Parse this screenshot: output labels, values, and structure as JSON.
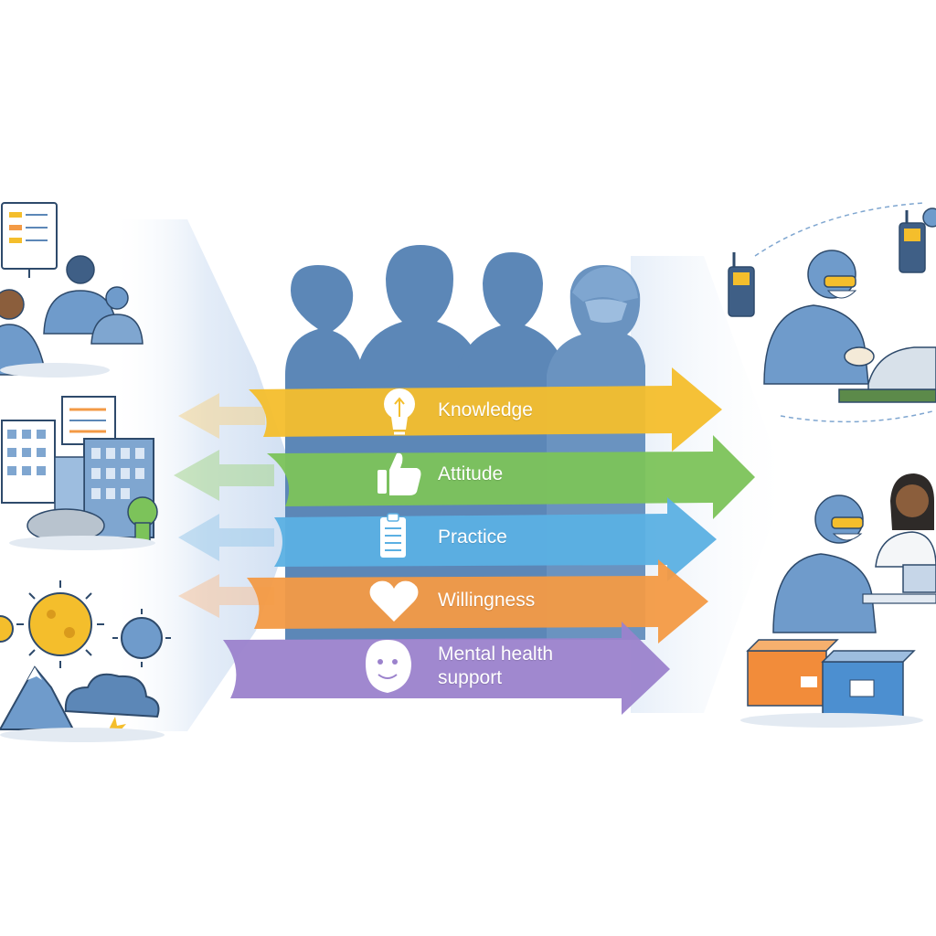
{
  "factors": [
    {
      "label": "Knowledge",
      "icon": "lightbulb-icon",
      "color": "#F4BE2C"
    },
    {
      "label": "Attitude",
      "icon": "thumbs-up-icon",
      "color": "#7CC35A"
    },
    {
      "label": "Practice",
      "icon": "clipboard-icon",
      "color": "#5BB0E3"
    },
    {
      "label": "Willingness",
      "icon": "heart-icon",
      "color": "#F39A45"
    },
    {
      "label": "Mental health",
      "label2": "support",
      "icon": "face-icon",
      "color": "#9B82CC"
    }
  ],
  "colors": {
    "figure": "#5C87B7",
    "figure_light": "#7FA6D0",
    "outline": "#2E4A6B",
    "panel_bg": "#E8F0FA",
    "orange_box": "#F28C3A",
    "blue_box": "#4C8FD0"
  }
}
